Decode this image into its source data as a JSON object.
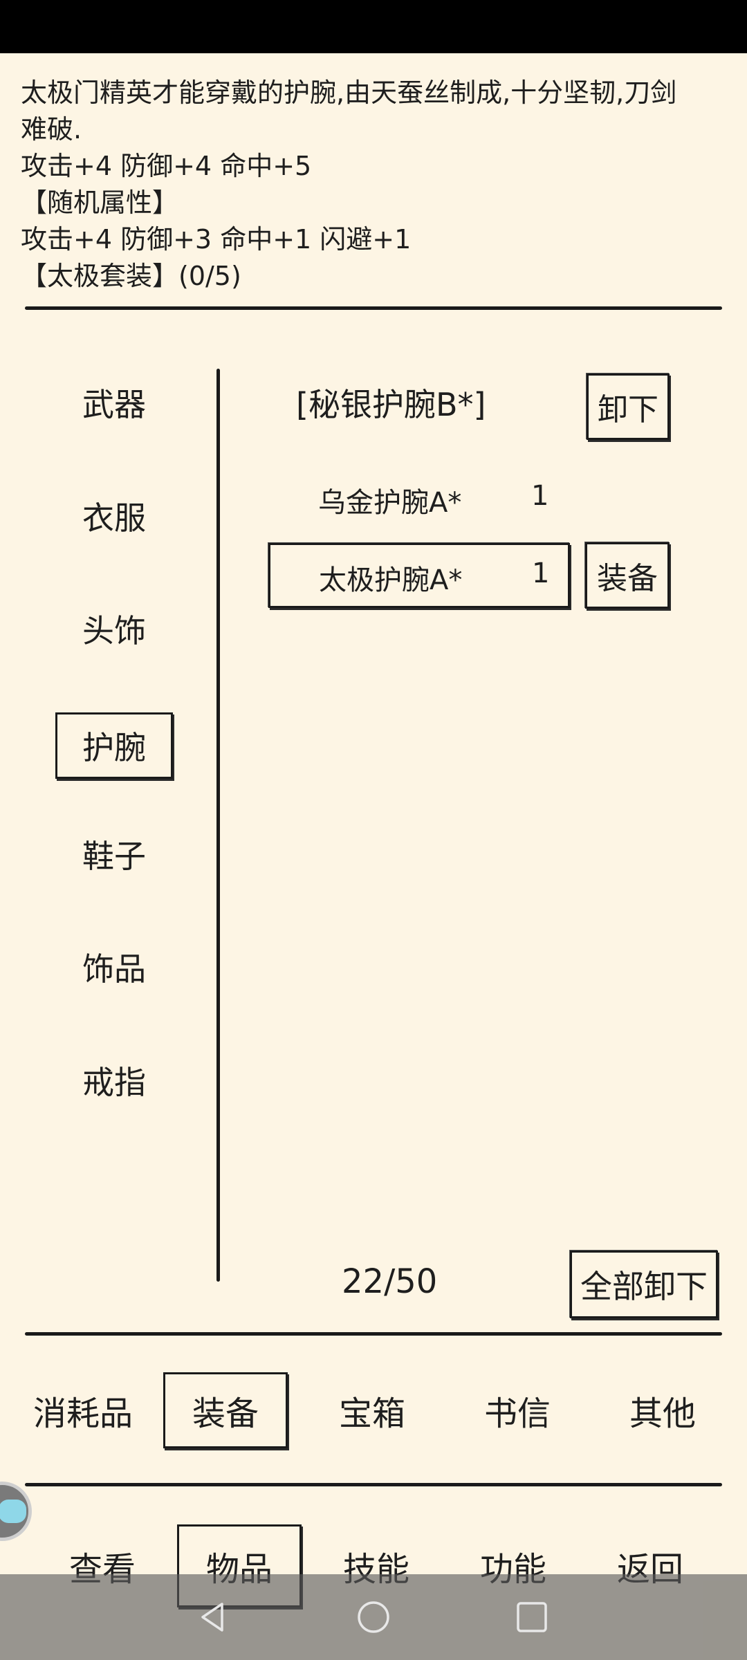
{
  "description": {
    "lines": [
      "太极门精英才能穿戴的护腕,由天蚕丝制成,十分坚韧,刀剑",
      "难破.",
      "攻击+4 防御+4 命中+5",
      "【随机属性】",
      "攻击+4 防御+3 命中+1 闪避+1",
      "【太极套装】(0/5)"
    ]
  },
  "categories": [
    "武器",
    "衣服",
    "头饰",
    "护腕",
    "鞋子",
    "饰品",
    "戒指"
  ],
  "selected_category": "护腕",
  "equipped": {
    "name": "[秘银护腕B*]",
    "unequip_label": "卸下"
  },
  "items": [
    {
      "name": "乌金护腕A*",
      "count": "1"
    },
    {
      "name": "太极护腕A*",
      "count": "1",
      "action_label": "装备"
    }
  ],
  "capacity": "22/50",
  "unequip_all_label": "全部卸下",
  "tabs": [
    "消耗品",
    "装备",
    "宝箱",
    "书信",
    "其他"
  ],
  "selected_tab": "装备",
  "bottom_nav": [
    "查看",
    "物品",
    "技能",
    "功能",
    "返回"
  ],
  "selected_nav": "物品"
}
